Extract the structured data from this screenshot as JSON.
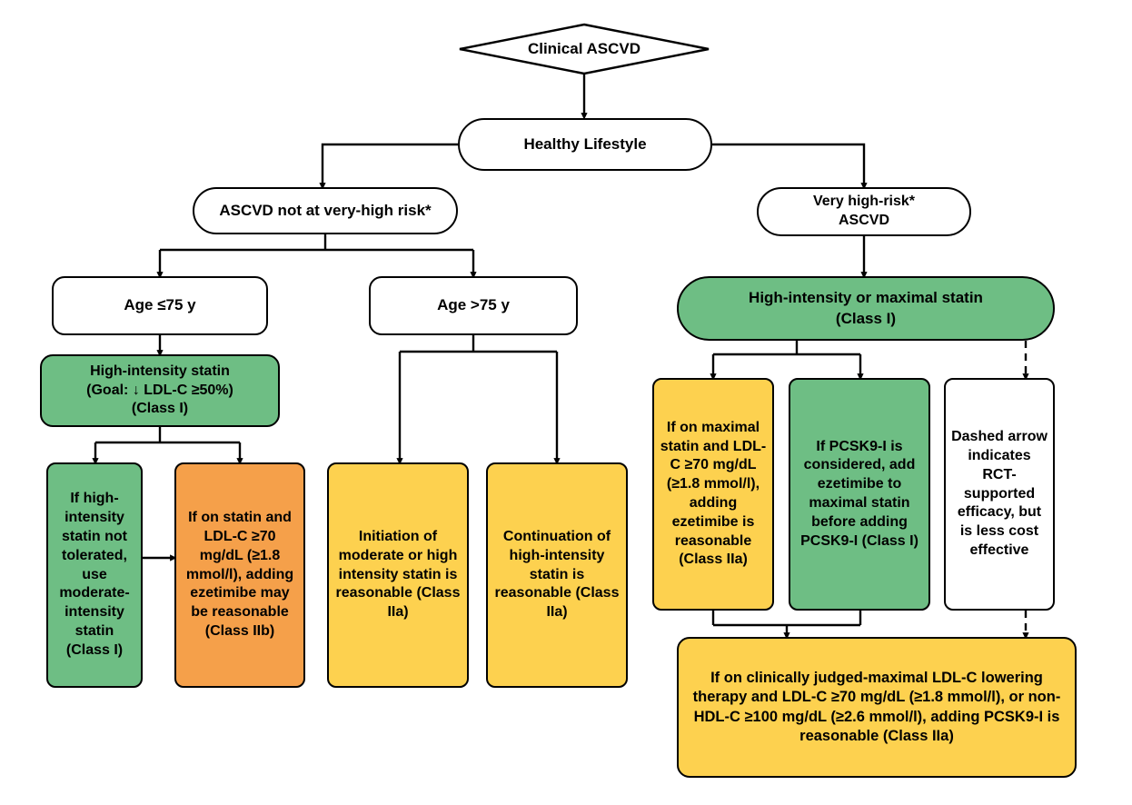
{
  "diagram": {
    "title": "Clinical ASCVD statin / LDL-C lowering treatment algorithm",
    "colors": {
      "green": "#6EBE84",
      "orange": "#F5A04A",
      "yellow": "#FDD14F",
      "white": "#FFFFFF",
      "stroke": "#000000"
    }
  },
  "nodes": {
    "clinical_ascvd": "Clinical ASCVD",
    "healthy_lifestyle": "Healthy Lifestyle",
    "not_very_high_risk": "ASCVD not at very-high risk*",
    "very_high_risk": "Very high-risk*\nASCVD",
    "age_le_75": "Age ≤75 y",
    "age_gt_75": "Age >75 y",
    "high_intensity_statin_goal": "High-intensity statin\n(Goal: ↓ LDL-C ≥50%)\n(Class I)",
    "high_intensity_or_maximal_statin": "High-intensity or maximal statin\n(Class I)",
    "not_tolerated_moderate": "If high-intensity statin not tolerated, use moderate-intensity statin (Class I)",
    "on_statin_add_ezetimibe": "If on statin and LDL-C ≥70 mg/dL (≥1.8 mmol/l), adding ezetimibe may be reasonable (Class IIb)",
    "initiation_moderate_high": "Initiation of moderate or high intensity statin is reasonable (Class IIa)",
    "continuation_high_intensity": "Continuation of high-intensity statin is reasonable (Class IIa)",
    "maximal_statin_ezetimibe": "If on maximal statin and LDL-C ≥70 mg/dL (≥1.8 mmol/l), adding ezetimibe is reasonable (Class IIa)",
    "pcsk9i_considered": "If PCSK9-I is considered, add ezetimibe to maximal statin before adding PCSK9-I (Class I)",
    "dashed_arrow_note": "Dashed arrow indicates RCT-supported efficacy, but is less cost effective",
    "clinically_judged_maximal": "If on clinically judged-maximal LDL-C lowering therapy and LDL-C ≥70 mg/dL (≥1.8 mmol/l), or non-HDL-C ≥100 mg/dL (≥2.6 mmol/l), adding PCSK9-I is reasonable (Class IIa)"
  }
}
